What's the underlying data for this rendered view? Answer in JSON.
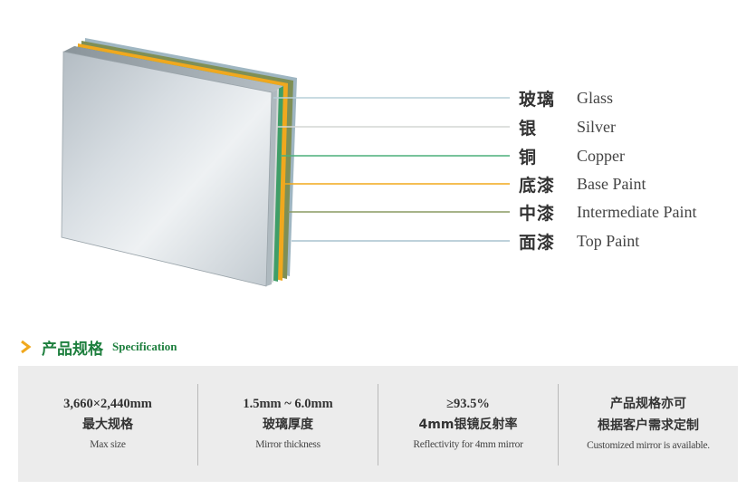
{
  "layers": [
    {
      "cn": "玻璃",
      "en": "Glass",
      "color": "#b7cfd8"
    },
    {
      "cn": "银",
      "en": "Silver",
      "color": "#d3d6d4"
    },
    {
      "cn": "铜",
      "en": "Copper",
      "color": "#4caf7a"
    },
    {
      "cn": "底漆",
      "en": "Base Paint",
      "color": "#f2a91c"
    },
    {
      "cn": "中漆",
      "en": "Intermediate Paint",
      "color": "#8a9a62"
    },
    {
      "cn": "面漆",
      "en": "Top Paint",
      "color": "#a9c2cf"
    }
  ],
  "specification": {
    "title_cn": "产品规格",
    "title_en": "Specification",
    "accent_color": "#1e7f3e",
    "arrow_color": "#f0a81e",
    "items": [
      {
        "value": "3,660×2,440mm",
        "cn": "最大规格",
        "en": "Max size"
      },
      {
        "value": "1.5mm ~ 6.0mm",
        "cn": "玻璃厚度",
        "en": "Mirror thickness"
      },
      {
        "value": "≥93.5%",
        "cn": "4mm银镜反射率",
        "en": "Reflectivity for 4mm mirror"
      },
      {
        "cn_line1": "产品规格亦可",
        "cn_line2": "根据客户需求定制",
        "en": "Customized mirror is available."
      }
    ]
  }
}
